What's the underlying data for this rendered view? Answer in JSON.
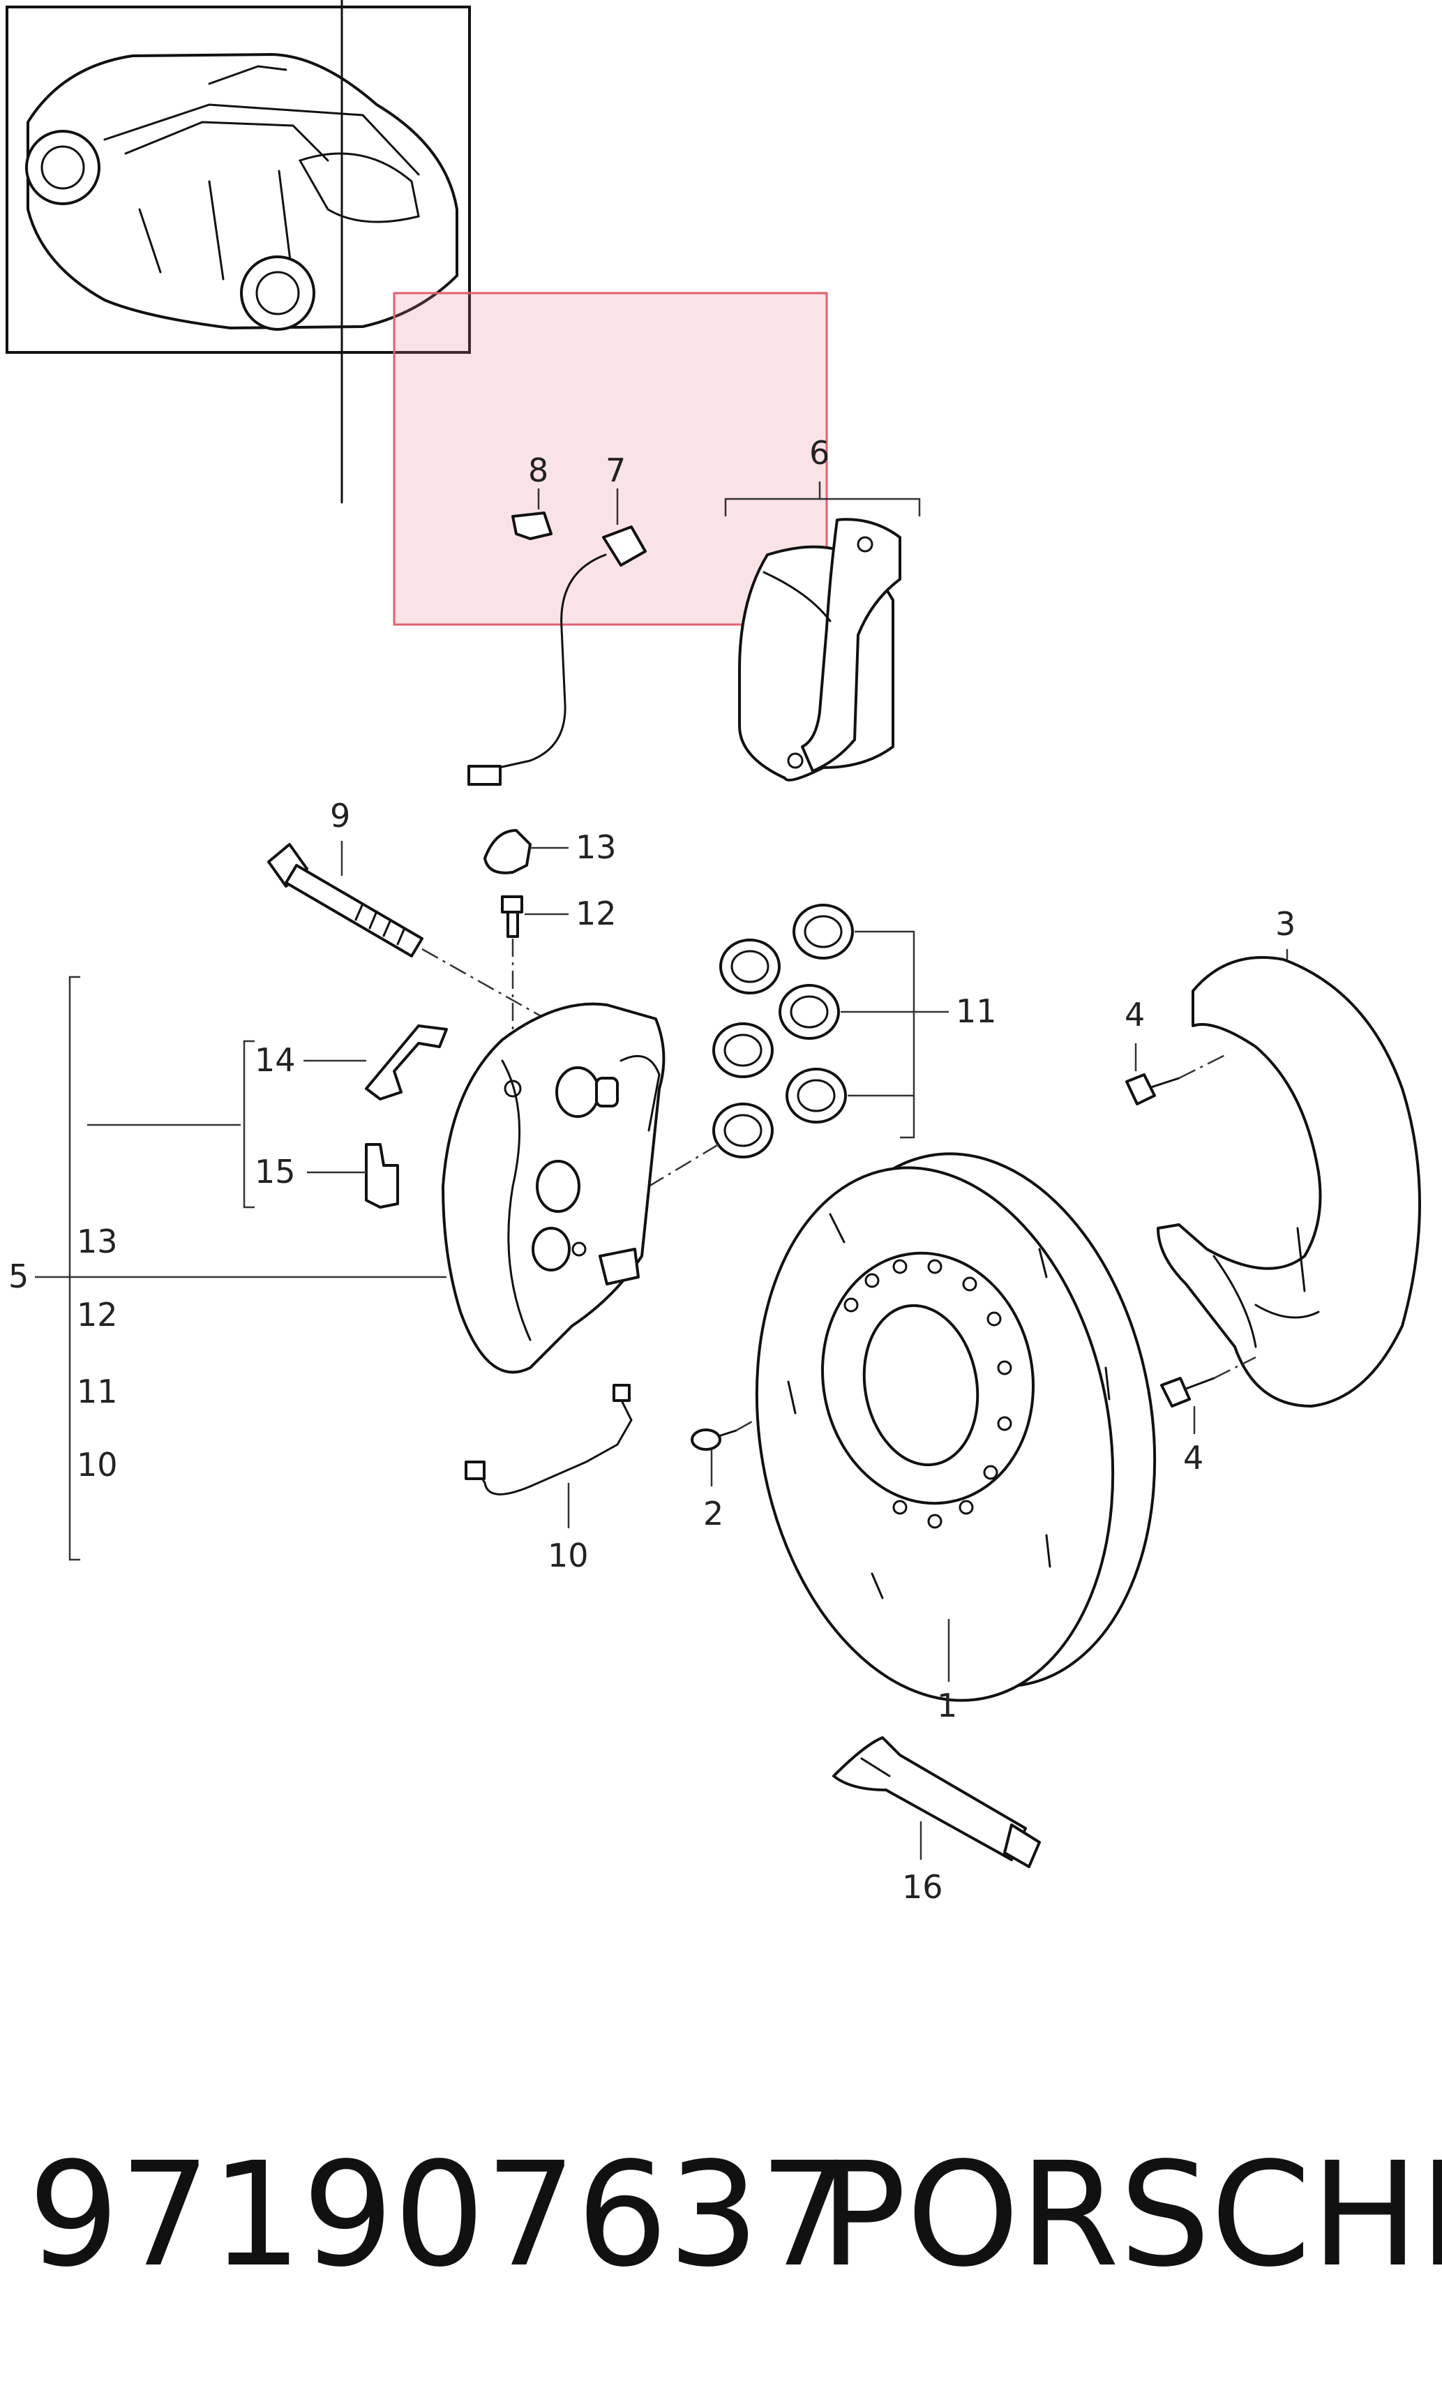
{
  "diagram": {
    "callouts": [
      {
        "id": "c1",
        "text": "1"
      },
      {
        "id": "c2",
        "text": "2"
      },
      {
        "id": "c3",
        "text": "3"
      },
      {
        "id": "c4a",
        "text": "4"
      },
      {
        "id": "c4b",
        "text": "4"
      },
      {
        "id": "c5",
        "text": "5"
      },
      {
        "id": "c6",
        "text": "6"
      },
      {
        "id": "c7",
        "text": "7"
      },
      {
        "id": "c8",
        "text": "8"
      },
      {
        "id": "c9",
        "text": "9"
      },
      {
        "id": "c10",
        "text": "10"
      },
      {
        "id": "c11",
        "text": "11"
      },
      {
        "id": "c12",
        "text": "12"
      },
      {
        "id": "c13",
        "text": "13"
      },
      {
        "id": "c14",
        "text": "14"
      },
      {
        "id": "c15",
        "text": "15"
      },
      {
        "id": "c16",
        "text": "16"
      }
    ],
    "group5_items": [
      "13",
      "12",
      "11",
      "10"
    ],
    "highlight_color": "#e8808c",
    "line_color": "#111111"
  },
  "footer": {
    "part_number": "971907637",
    "brand": "PORSCHE"
  }
}
